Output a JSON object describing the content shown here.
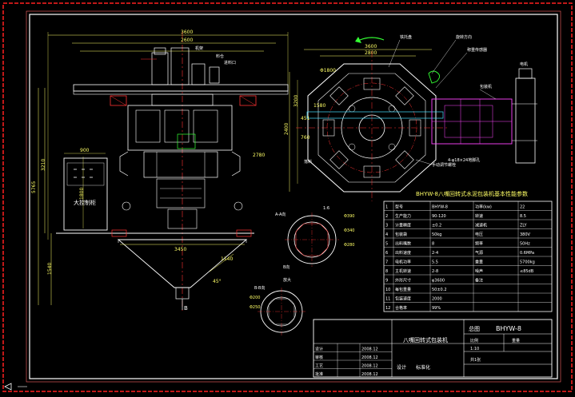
{
  "colors": {
    "background": "#000000",
    "outer_frame": "#ff2020",
    "inner_frame": "#ffffff",
    "geometry": "#ffffff",
    "dimensions": "#ffff66",
    "centerlines": "#ff3333",
    "green": "#33ff33",
    "magenta": "#ff44ff",
    "cyan": "#44ddff"
  },
  "front_view": {
    "dim_top_width": "3600",
    "dim_mid_width": "2600",
    "dim_bottom_width": "3450",
    "dim_total_height": "5765",
    "dim_upper_height": "3210",
    "dim_lower_height": "1540",
    "dim_cone_side": "1140",
    "dim_cone_angle": "45°",
    "dim_panel_width": "900",
    "dim_panel_height": "1800",
    "dim_elev": "2780",
    "label_top_1": "机架",
    "label_top_2": "料仓",
    "label_top_3": "进料口",
    "outlet_label": "B"
  },
  "control_cabinet": {
    "label": "大控制柜"
  },
  "plan_view": {
    "dim_overall": "3600",
    "dim_inner": "2800",
    "dim_height": "2400",
    "dim_side": "3200",
    "dim_offset": "1580",
    "dim_small_1": "451",
    "dim_small_2": "760",
    "dim_slot": "Φ1800",
    "hole_note": "4-φ18×24地脚孔",
    "motor_label": "电机",
    "callout_1": "铁托盘",
    "callout_2": "旋转方向",
    "callout_3": "称重传感器",
    "callout_4": "包装机",
    "callout_5": "落料",
    "callout_6": "手动调节螺栓"
  },
  "detail_views": {
    "section_a_label": "A-A向",
    "section_a_scale": "1:6",
    "section_a_dia_outer": "Φ390",
    "section_a_dia_inner": "Φ340",
    "section_a_dia_bolt": "Φ280",
    "section_b_label": "B-B向",
    "section_b_title": "B向",
    "section_b_scale": "放大",
    "section_b_dia": "Φ200",
    "section_b_dia2": "Φ250"
  },
  "param_table": {
    "title": "BHYW-8八嘴回转式水泥包装机基本性能参数",
    "model": "BHYW-8",
    "rows": [
      [
        "1",
        "型号",
        "BHYW-8",
        "功率(kw)",
        "22"
      ],
      [
        "2",
        "生产能力",
        "90-120",
        "转速",
        "8.5"
      ],
      [
        "3",
        "计量精度",
        "±0.2",
        "减速机",
        "ZLY"
      ],
      [
        "4",
        "包装袋",
        "50kg",
        "电压",
        "380V"
      ],
      [
        "5",
        "出料嘴数",
        "8",
        "频率",
        "50Hz"
      ],
      [
        "6",
        "出料速度",
        "2-4",
        "气源",
        "0.6MPa"
      ],
      [
        "7",
        "电机功率",
        "5.5",
        "重量",
        "5700kg"
      ],
      [
        "8",
        "主机转速",
        "2-8",
        "噪声",
        "≤85dB"
      ],
      [
        "9",
        "外形尺寸",
        "φ3600",
        "备注",
        ""
      ],
      [
        "10",
        "每包重量",
        "50±0.2",
        "",
        ""
      ],
      [
        "11",
        "包装速度",
        "2000",
        "",
        ""
      ],
      [
        "12",
        "合格率",
        "99%",
        "",
        ""
      ]
    ]
  },
  "title_block": {
    "drawing_no": "BHYW-8",
    "name": "八嘴回转式包装机",
    "company": "设计",
    "sheet_label": "总图",
    "scale_header": "比例",
    "weight_header": "重量",
    "scale_value": "1:10",
    "sheet_count": "共1张",
    "revision_rows": [
      [
        "设计",
        "",
        "2008.12"
      ],
      [
        "审核",
        "",
        "2008.12"
      ],
      [
        "工艺",
        "",
        "2008.12"
      ],
      [
        "批准",
        "",
        "2008.12"
      ]
    ],
    "stamp": "标准化"
  }
}
